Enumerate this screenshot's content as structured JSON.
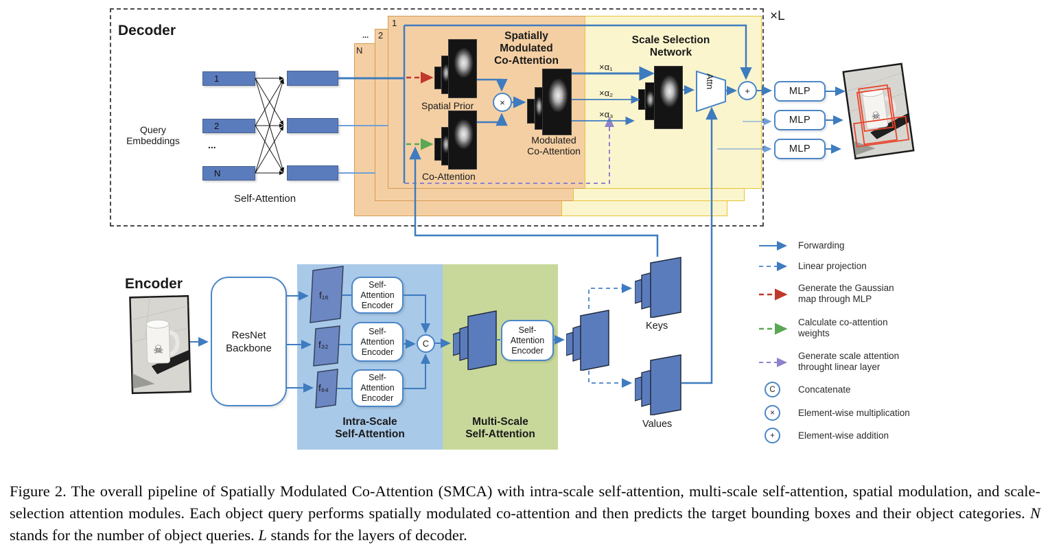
{
  "figure": {
    "decoder": {
      "title": "Decoder",
      "times_l": "×L",
      "query_embeddings": {
        "l1": "Query",
        "l2": "Embeddings"
      },
      "self_attention_label": "Self-Attention",
      "queries": [
        "1",
        "2",
        "N"
      ],
      "queries_dots": "...",
      "panels": {
        "p1": "1",
        "p2": "2",
        "pn": "N",
        "dots": "..."
      },
      "smca": {
        "l1": "Spatially",
        "l2": "Modulated",
        "l3": "Co-Attention"
      },
      "spatial_prior_label": "Spatial Prior",
      "co_attention_label": "Co-Attention",
      "modulated": {
        "l1": "Modulated",
        "l2": "Co-Attention"
      },
      "scale_factors": [
        "×α₁",
        "×α₂",
        "×α₃"
      ],
      "ssn": {
        "l1": "Scale Selection",
        "l2": "Network"
      },
      "attn_label": "Attn",
      "plus": "+",
      "times": "×",
      "mlp_label": "MLP"
    },
    "encoder": {
      "title": "Encoder",
      "resnet": {
        "l1": "ResNet",
        "l2": "Backbone"
      },
      "features": [
        "f₁₆",
        "f₃₂",
        "f₆₄"
      ],
      "sae": {
        "l1": "Self-",
        "l2": "Attention",
        "l3": "Encoder"
      },
      "concat": "C",
      "intra": {
        "l1": "Intra-Scale",
        "l2": "Self-Attention"
      },
      "multi": {
        "l1": "Multi-Scale",
        "l2": "Self-Attention"
      },
      "keys_label": "Keys",
      "values_label": "Values"
    },
    "legend": {
      "items": [
        {
          "l1": "Forwarding"
        },
        {
          "l1": "Linear projection"
        },
        {
          "l1": "Generate the Gaussian",
          "l2": "map through MLP"
        },
        {
          "l1": "Calculate co-attention",
          "l2": "weights"
        },
        {
          "l1": "Generate scale attention",
          "l2": "throught linear layer"
        },
        {
          "symbol": "C",
          "l1": "Concatenate"
        },
        {
          "symbol": "×",
          "l1": "Element-wise multiplication"
        },
        {
          "symbol": "+",
          "l1": "Element-wise addition"
        }
      ]
    },
    "caption": {
      "p1": "Figure 2. The overall pipeline of Spatially Modulated Co-Attention (SMCA) with intra-scale self-attention, multi-scale self-attention, spatial modulation, and scale-selection attention modules. Each object query performs spatially modulated co-attention and then predicts the target bounding boxes and their object categories. ",
      "n": "N",
      "p2": " stands for the number of object queries. ",
      "l": "L",
      "p3": " stands for the layers of decoder."
    },
    "colors": {
      "accent_blue": "#3e7bbf",
      "orange_panel": "#f4cfa3",
      "yellow_panel": "#fbf5cd",
      "intra_panel": "#a9c9e8",
      "multi_panel": "#c8d89b",
      "red_arrow": "#c0392b",
      "green_arrow": "#5aa854",
      "purple_arrow": "#8f82cc"
    }
  }
}
